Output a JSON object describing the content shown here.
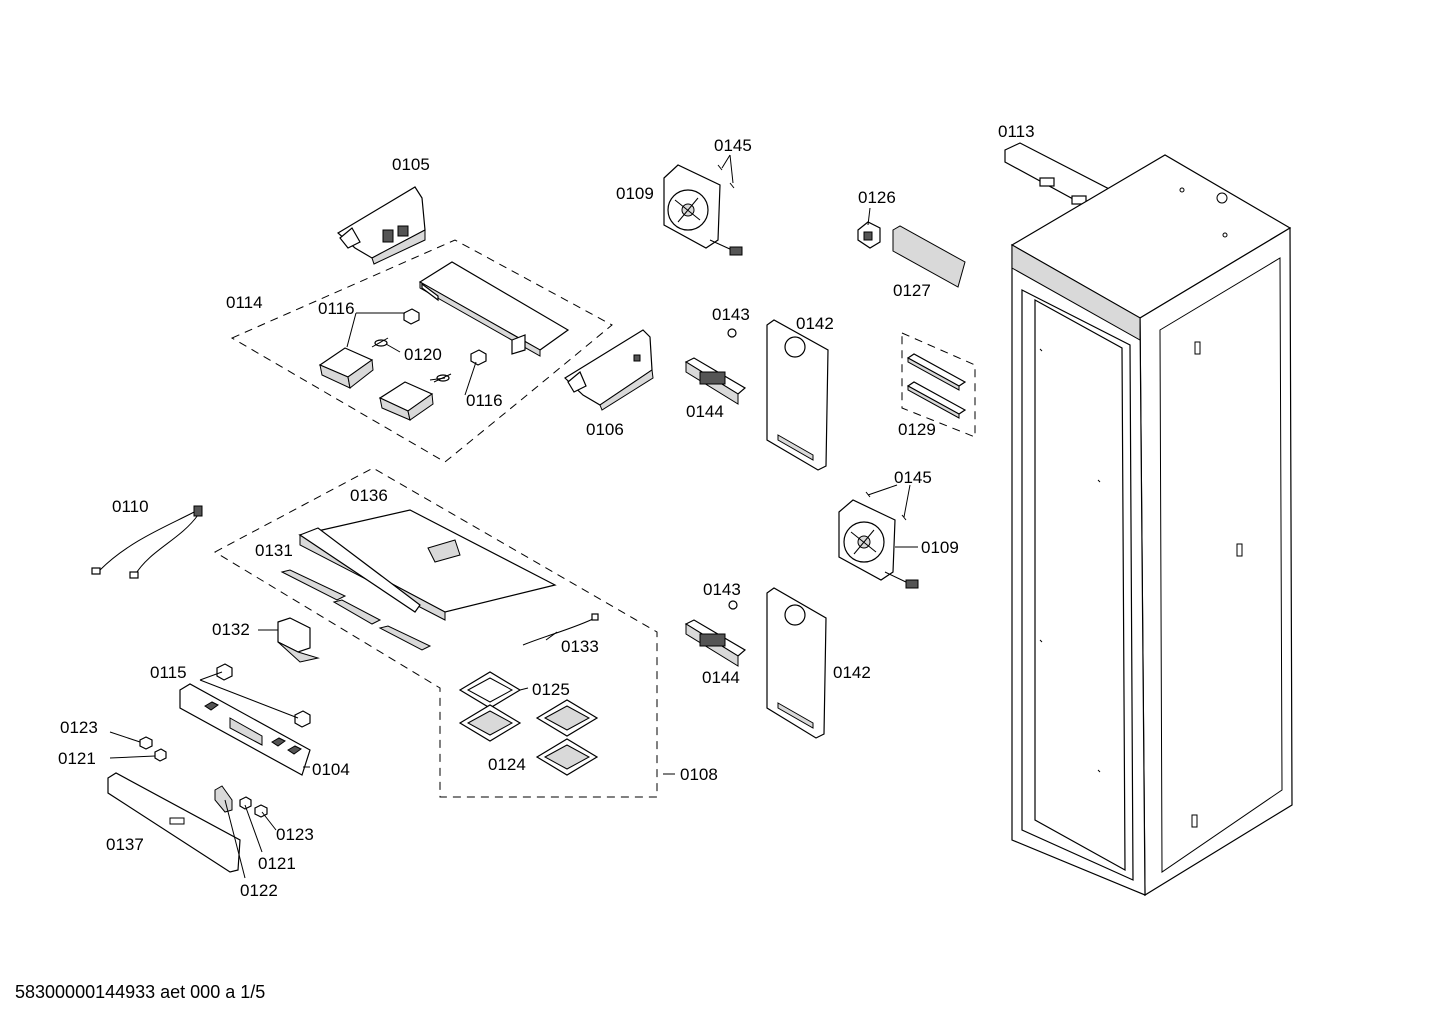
{
  "labels": {
    "l0105": "0105",
    "l0114": "0114",
    "l0116a": "0116",
    "l0120": "0120",
    "l0116b": "0116",
    "l0106": "0106",
    "l0145a": "0145",
    "l0109a": "0109",
    "l0143a": "0143",
    "l0142a": "0142",
    "l0144a": "0144",
    "l0126": "0126",
    "l0127": "0127",
    "l0129": "0129",
    "l0113": "0113",
    "l0110": "0110",
    "l0136": "0136",
    "l0131": "0131",
    "l0132": "0132",
    "l0133": "0133",
    "l0115": "0115",
    "l0125": "0125",
    "l0124": "0124",
    "l0104": "0104",
    "l0123a": "0123",
    "l0121a": "0121",
    "l0137": "0137",
    "l0122": "0122",
    "l0121b": "0121",
    "l0123b": "0123",
    "l0108": "0108",
    "l0145b": "0145",
    "l0109b": "0109",
    "l0143b": "0143",
    "l0144b": "0144",
    "l0142b": "0142"
  },
  "footer": {
    "doc_id": "58300000144933 aet 000 a 1/5"
  }
}
